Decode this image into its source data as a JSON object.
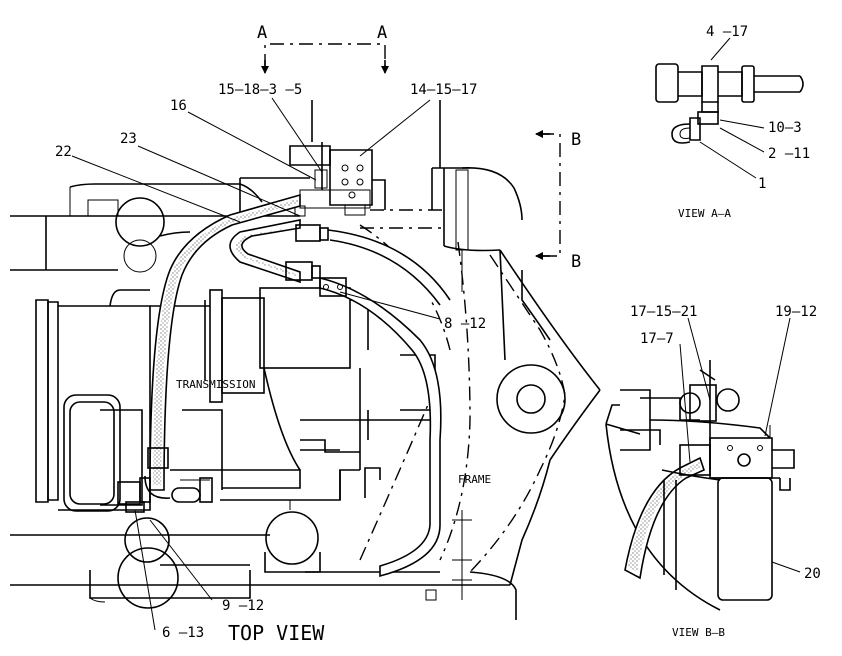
{
  "section_markers": {
    "a_left": "A",
    "a_right": "A",
    "b_top": "B",
    "b_bottom": "B"
  },
  "callouts": {
    "c_15_18_3_5": "15–18–3 –5",
    "c_14_15_17": "14–15–17",
    "c_16": "16",
    "c_23": "23",
    "c_22": "22",
    "c_8_12": "8 –12",
    "c_9_12": "9 –12",
    "c_6_13": "6 –13",
    "c_4_17": "4 –17",
    "c_10_3": "10–3",
    "c_2_11": "2 –11",
    "c_1": "1",
    "c_17_15_21": "17–15–21",
    "c_19_12": "19–12",
    "c_17_7": "17–7",
    "c_20": "20"
  },
  "labels": {
    "transmission": "TRANSMISSION",
    "frame": "FRAME",
    "top_view": "TOP VIEW",
    "view_aa": "VIEW  A–A",
    "view_bb": "VIEW  B–B"
  }
}
